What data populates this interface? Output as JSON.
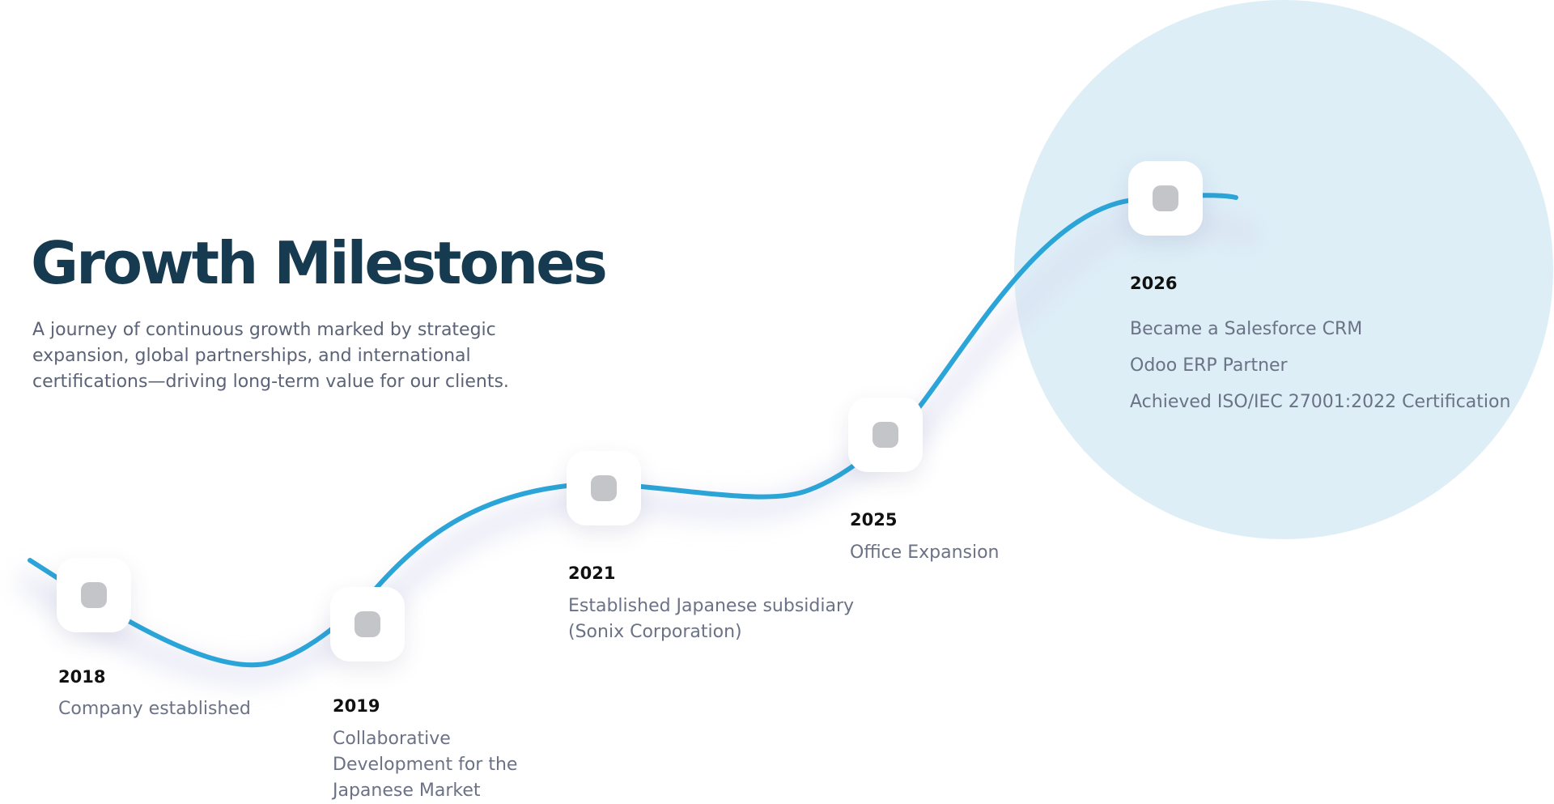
{
  "header": {
    "title": "Growth Milestones",
    "subtitle_lines": [
      "A journey of continuous growth marked by strategic",
      "expansion, global partnerships, and international",
      "certifications—driving long-term value for our clients."
    ]
  },
  "colors": {
    "title": "#163b50",
    "path": "#2ba4d7",
    "highlight_circle": "#ddeef7",
    "node_dot": "#c3c5c9",
    "body_text": "#6b7286"
  },
  "milestones": [
    {
      "year": "2018",
      "lines": [
        "Company established"
      ]
    },
    {
      "year": "2019",
      "lines": [
        "Collaborative",
        "Development for the",
        "Japanese Market"
      ]
    },
    {
      "year": "2021",
      "lines": [
        "Established Japanese subsidiary",
        "(Sonix Corporation)"
      ]
    },
    {
      "year": "2025",
      "lines": [
        "Office Expansion"
      ]
    },
    {
      "year": "2026",
      "lines": [
        "Became a Salesforce CRM",
        "Odoo ERP Partner",
        "Achieved ISO/IEC 27001:2022 Certification"
      ]
    }
  ]
}
